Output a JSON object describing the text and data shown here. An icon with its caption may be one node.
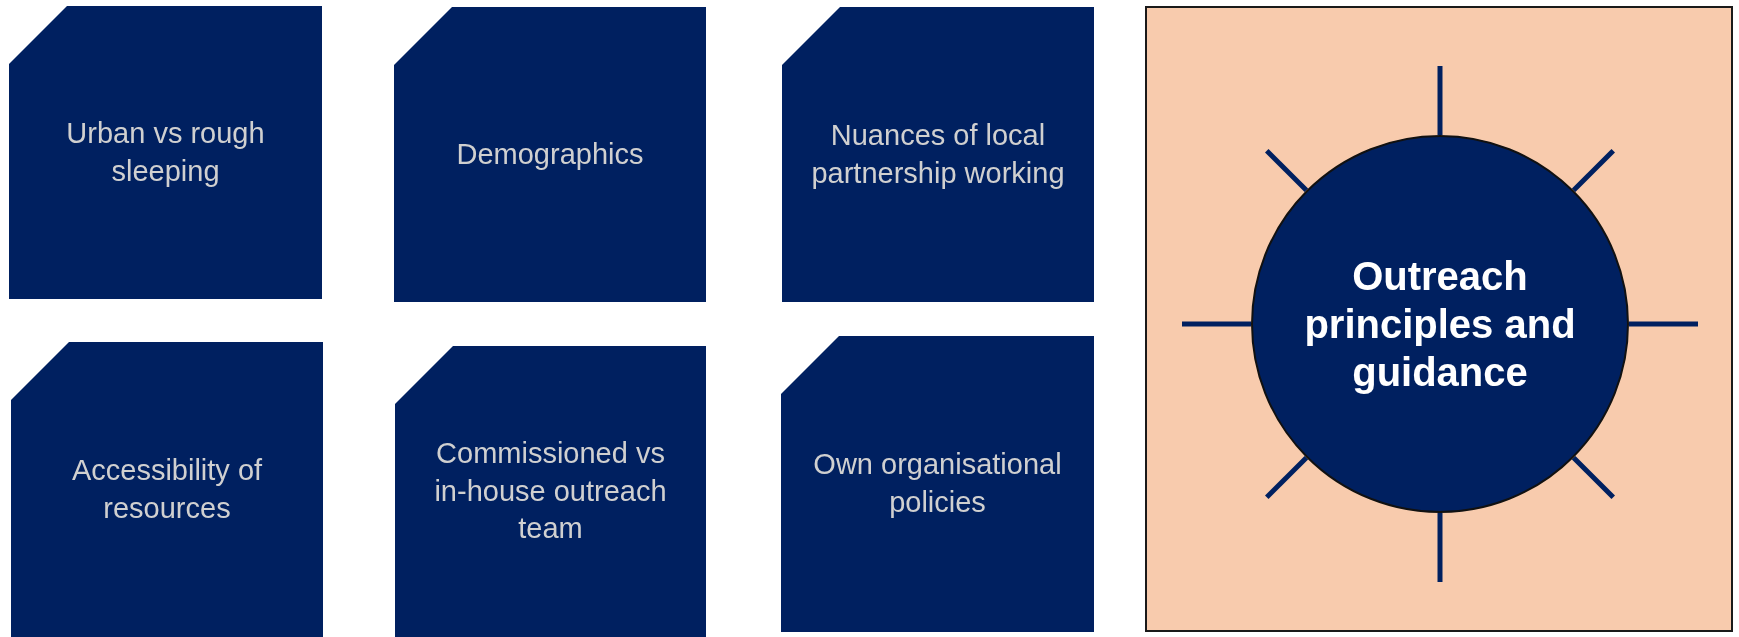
{
  "diagram": {
    "nodes": [
      {
        "text": [
          "Urban vs rough sleeping"
        ]
      },
      {
        "text": [
          "Demographics"
        ]
      },
      {
        "text": [
          "Nuances of local partnership working"
        ]
      },
      {
        "text": [
          "Accessibility of resources"
        ]
      },
      {
        "text": [
          "Commissioned vs in-house outreach team"
        ]
      },
      {
        "text": [
          "Own organisational policies"
        ]
      },
      {
        "text": [
          "Outreach principles and guidance"
        ]
      }
    ]
  }
}
